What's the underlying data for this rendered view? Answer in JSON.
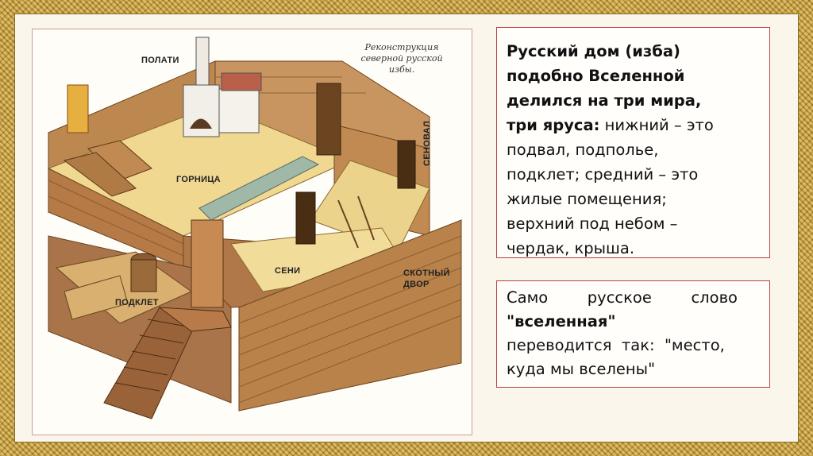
{
  "illustration": {
    "caption_lines": [
      "Реконструкция",
      "северной русской",
      "избы."
    ],
    "labels": {
      "polati": "ПОЛАТИ",
      "gornitsa": "ГОРНИЦА",
      "senoval": "СЕНОВАЛ",
      "seni": "СЕНИ",
      "skotny_1": "СКОТНЫЙ",
      "skotny_2": "ДВОР",
      "podklet": "ПОДКЛЕТ"
    }
  },
  "box1": {
    "bold_lines": [
      "Русский дом (изба)",
      "подобно Вселенной",
      "делился на  три мира,"
    ],
    "bold_prefix": "три яруса:",
    "rest_first": " нижний – это",
    "rest_lines": [
      "подвал, подполье,",
      "подклет; средний – это",
      "жилые помещения;",
      "верхний под небом –",
      "чердак, крыша."
    ]
  },
  "box2": {
    "line1": "Само        русское        слово",
    "bold_word": "\"вселенная\"",
    "line3": "переводится  так:  \"место,",
    "line4": "куда мы вселены\""
  },
  "colors": {
    "frame_gold": "#c9a44a",
    "box_border": "#b84040",
    "wood": "#b9824a"
  }
}
